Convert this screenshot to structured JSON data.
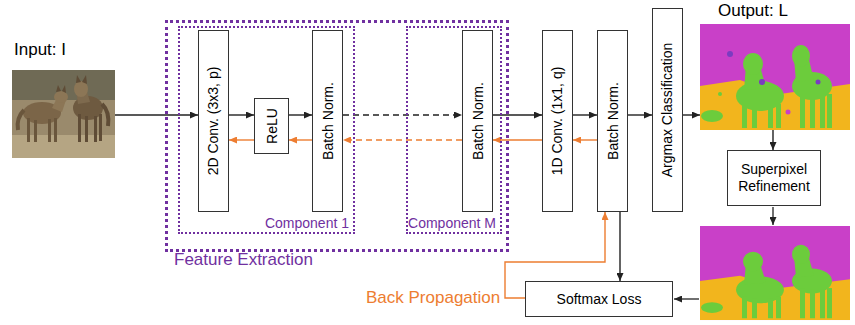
{
  "diagram": {
    "nodes": [
      {
        "text": [
          "Input: I"
        ]
      },
      {
        "text": [
          "Feature Extraction"
        ]
      },
      {
        "text": [
          "Component 1"
        ],
        "in": 1
      },
      {
        "text": [
          "2D Conv. (3x3, p)"
        ],
        "in": 2
      },
      {
        "text": [
          "ReLU"
        ],
        "in": 2
      },
      {
        "text": [
          "Batch Norm."
        ],
        "in": 2
      },
      {
        "text": [
          "Component M"
        ],
        "in": 1
      },
      {
        "text": [
          "Batch Norm."
        ],
        "in": 6
      },
      {
        "text": [
          "1D Conv. (1x1, q)"
        ]
      },
      {
        "text": [
          "Batch Norm."
        ]
      },
      {
        "text": [
          "Argmax Classification"
        ]
      },
      {
        "text": [
          "Output: L"
        ]
      },
      {
        "text": [
          "Superpixel Refinement"
        ]
      },
      {
        "text": [
          "Softmax Loss"
        ]
      }
    ],
    "edges": [
      {
        "from": 0,
        "to": 3,
        "arrow": "to"
      },
      {
        "from": 3,
        "to": 4,
        "arrow": "to"
      },
      {
        "from": 4,
        "to": 5,
        "arrow": "to"
      },
      {
        "from": 5,
        "to": 7,
        "arrow": "to"
      },
      {
        "from": 7,
        "to": 8,
        "arrow": "to"
      },
      {
        "from": 8,
        "to": 9,
        "arrow": "to"
      },
      {
        "from": 9,
        "to": 10,
        "arrow": "to"
      },
      {
        "from": 10,
        "to": 11,
        "arrow": "to"
      },
      {
        "from": 11,
        "to": 12,
        "arrow": "to"
      },
      {
        "from": 9,
        "to": 13,
        "arrow": "to"
      },
      {
        "from": 13,
        "to": 9,
        "label": "Back Propagation",
        "arrow": "to"
      },
      {
        "from": 9,
        "to": 8,
        "arrow": "to"
      },
      {
        "from": 8,
        "to": 7,
        "arrow": "to"
      },
      {
        "from": 7,
        "to": 5,
        "arrow": "to"
      },
      {
        "from": 5,
        "to": 4,
        "arrow": "to"
      },
      {
        "from": 4,
        "to": 3,
        "arrow": "to"
      }
    ]
  }
}
